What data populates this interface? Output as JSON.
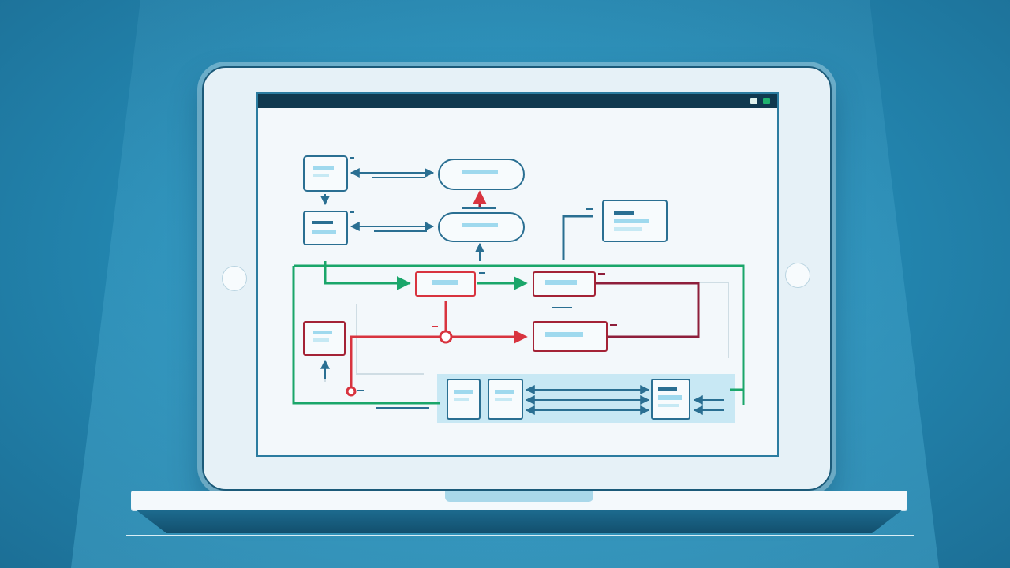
{
  "window": {
    "title": ""
  },
  "colors": {
    "node_border": "#2a6f92",
    "text_bar": "#9fd9ee",
    "arrow_dark": "#2a6f92",
    "arrow_green": "#1aa66a",
    "arrow_red": "#d8343f",
    "arrow_maroon": "#8e1f3b",
    "panel_highlight": "#bfe5f2"
  },
  "diagram": {
    "nodes": [
      {
        "id": "n1",
        "shape": "rect"
      },
      {
        "id": "n2",
        "shape": "pill"
      },
      {
        "id": "n3",
        "shape": "rect"
      },
      {
        "id": "n4",
        "shape": "pill"
      },
      {
        "id": "n5",
        "shape": "rect"
      },
      {
        "id": "n6",
        "shape": "rect"
      },
      {
        "id": "n7",
        "shape": "rect"
      },
      {
        "id": "n8",
        "shape": "rect"
      },
      {
        "id": "n9",
        "shape": "rect"
      },
      {
        "id": "n10",
        "shape": "rect"
      },
      {
        "id": "n11",
        "shape": "rect"
      },
      {
        "id": "n12",
        "shape": "rect"
      }
    ],
    "icons": [
      "window-minimize-icon",
      "window-status-icon",
      "arrow-icon",
      "junction-icon"
    ]
  }
}
